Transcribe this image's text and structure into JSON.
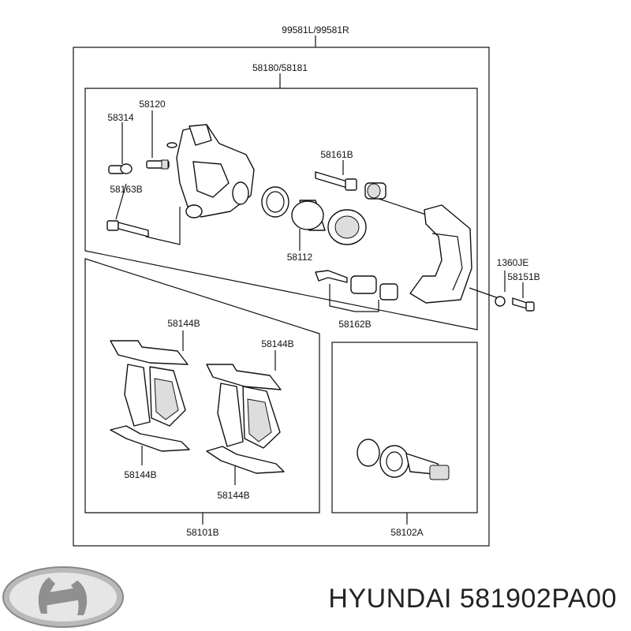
{
  "labels": {
    "assembly_top": "99581L/99581R",
    "caliper_assy": "58180/58181",
    "bleeder_screw": "58120",
    "bleeder_cap": "58314",
    "bolt": "58163B",
    "guide_rod": "58161B",
    "piston": "58112",
    "washer": "1360JE",
    "bracket_bolt": "58151B",
    "guide_kit": "58162B",
    "shim_1": "58144B",
    "shim_2": "58144B",
    "shim_3": "58144B",
    "shim_4": "58144B",
    "pad_kit": "58101B",
    "seal_kit": "58102A"
  },
  "brand": {
    "text": "HYUNDAI 581902PA00",
    "logo": "hyundai-logo"
  }
}
